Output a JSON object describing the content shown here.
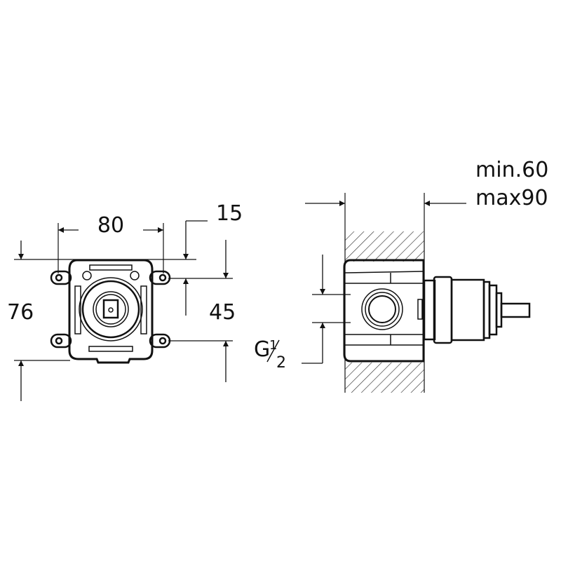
{
  "front_view": {
    "width_dim": "80",
    "height_dim": "76",
    "offset_dim": "15",
    "mount_dim": "45"
  },
  "side_view": {
    "depth_min": "min.60",
    "depth_max": "max90",
    "thread_main": "G",
    "thread_num": "1",
    "thread_den": "2"
  },
  "colors": {
    "line": "#111111",
    "background": "#ffffff"
  }
}
